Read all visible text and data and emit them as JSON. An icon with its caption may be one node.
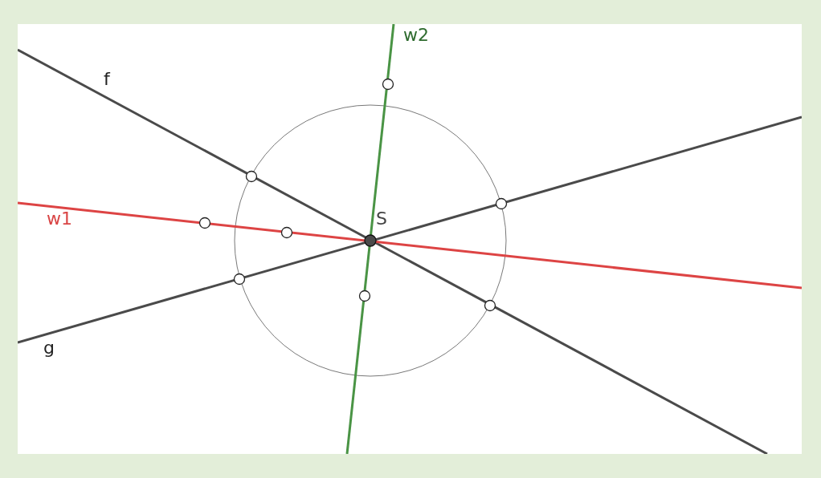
{
  "diagram": {
    "labels": [
      "f",
      "w2",
      "w1",
      "S",
      "g"
    ]
  }
}
